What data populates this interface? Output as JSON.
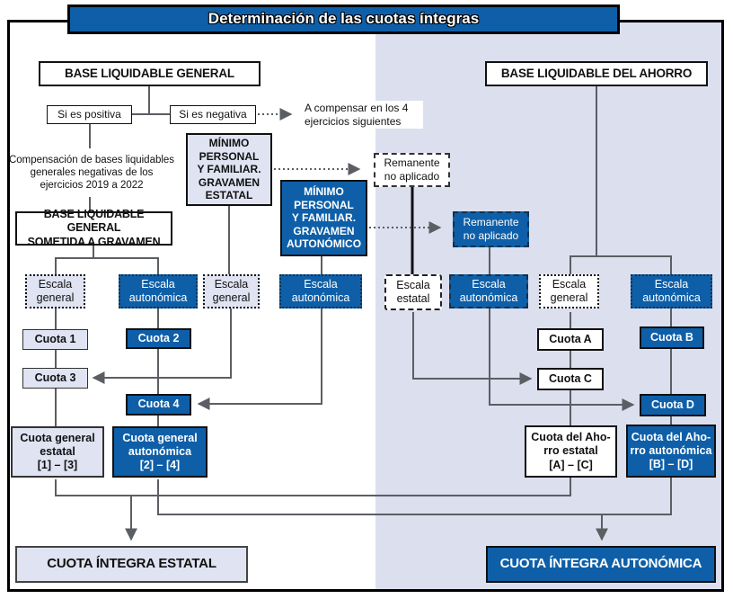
{
  "title": "Determinación de las cuotas íntegras",
  "colors": {
    "brand_blue": "#0e5fa8",
    "panel_lavender": "#dcdfee",
    "light_box": "#dfe3f2",
    "line_gray": "#5b5e63"
  },
  "left": {
    "base_general": "BASE LIQUIDABLE GENERAL",
    "si_positiva": "Si es positiva",
    "si_negativa": "Si es negativa",
    "a_compensar": "A compensar en los 4\nejercicios siguientes",
    "compensacion": "Compensación de bases liquidables\ngenerales negativas de los\nejercicios 2019 a 2022",
    "minimo_estatal": "MÍNIMO\nPERSONAL\nY FAMILIAR.\nGRAVAMEN\nESTATAL",
    "minimo_autonomico": "MÍNIMO\nPERSONAL\nY FAMILIAR.\nGRAVAMEN\nAUTONÓMICO",
    "base_sometida": "BASE LIQUIDABLE GENERAL\nSOMETIDA A GRAVAMEN",
    "escala_general_1": "Escala\ngeneral",
    "escala_autonomica_1": "Escala\nautonómica",
    "escala_general_2": "Escala\ngeneral",
    "escala_autonomica_2": "Escala\nautonómica",
    "cuota_1": "Cuota 1",
    "cuota_2": "Cuota 2",
    "cuota_3": "Cuota 3",
    "cuota_4": "Cuota 4",
    "cuota_general_estatal": "Cuota general\nestatal\n[1] – [3]",
    "cuota_general_autonomica": "Cuota general\nautonómica\n[2] – [4]",
    "cuota_integra_estatal": "CUOTA ÍNTEGRA ESTATAL"
  },
  "right": {
    "base_ahorro": "BASE LIQUIDABLE DEL AHORRO",
    "remanente_estatal": "Remanente\nno aplicado",
    "remanente_autonomico": "Remanente\nno aplicado",
    "escala_estatal": "Escala\nestatal",
    "escala_autonomica_1": "Escala\nautonómica",
    "escala_general": "Escala\ngeneral",
    "escala_autonomica_2": "Escala\nautonómica",
    "cuota_a": "Cuota A",
    "cuota_b": "Cuota B",
    "cuota_c": "Cuota C",
    "cuota_d": "Cuota D",
    "cuota_ahorro_estatal": "Cuota del Aho-\nrro estatal\n[A] – [C]",
    "cuota_ahorro_autonomica": "Cuota del Aho-\nrro autonómica\n[B] – [D]",
    "cuota_integra_autonomica": "CUOTA ÍNTEGRA AUTONÓMICA"
  }
}
